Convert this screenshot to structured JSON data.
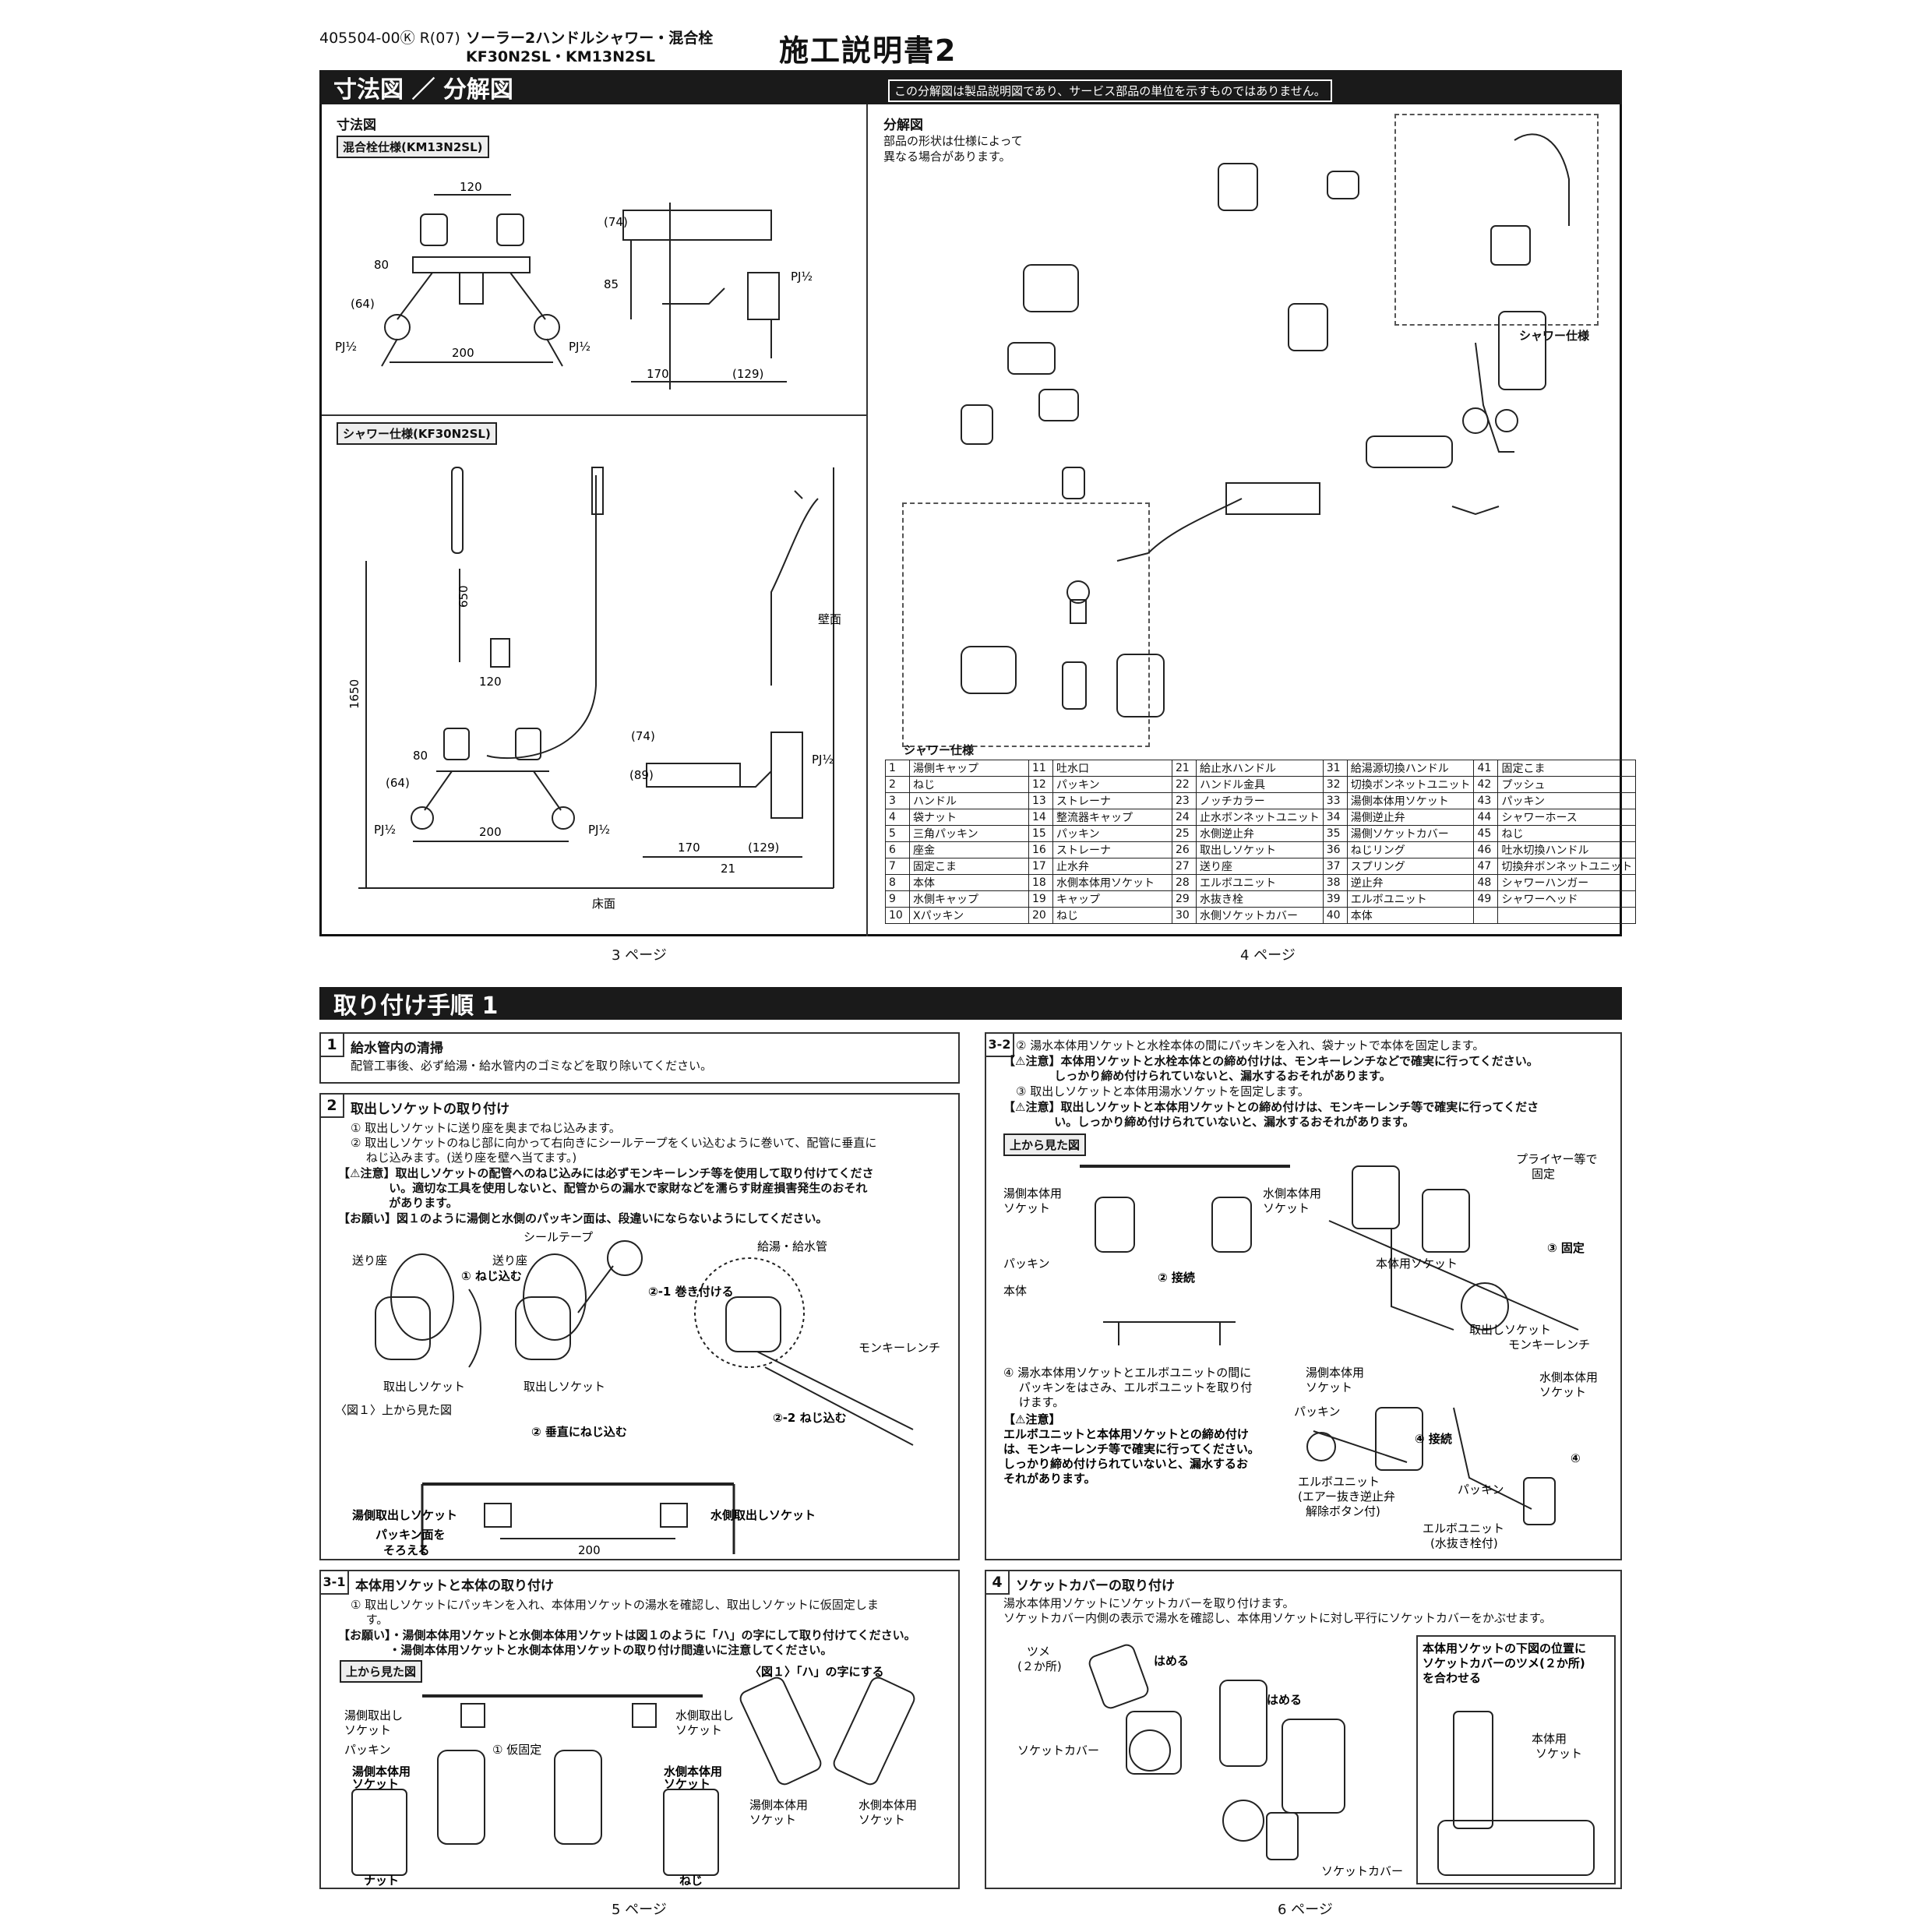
{
  "header": {
    "code": "405504-00Ⓚ R(07)",
    "product_line1": "ソーラー2ハンドルシャワー・混合栓",
    "product_line2": "KF30N2SL・KM13N2SL",
    "title": "施工説明書2"
  },
  "section1": {
    "title": "寸法図 ／ 分解図",
    "note": "この分解図は製品説明図であり、サービス部品の単位を示すものではありません。",
    "dims": {
      "heading": "寸法図",
      "mixer_label": "混合栓仕様(KM13N2SL)",
      "shower_label": "シャワー仕様(KF30N2SL)",
      "floor": "床面",
      "wall": "壁面",
      "nums": [
        "120",
        "80",
        "(64)",
        "200",
        "170",
        "(129)",
        "85",
        "(74)",
        "PJ½",
        "650",
        "1650",
        "(89)",
        "21"
      ]
    },
    "exploded": {
      "heading": "分解図",
      "note1": "部品の形状は仕様によって",
      "note2": "異なる場合があります。",
      "shower_spec": "シャワー仕様",
      "shower_spec2": "シャワー仕様"
    },
    "parts": [
      [
        "1",
        "湯側キャップ",
        "11",
        "吐水口",
        "21",
        "給止水ハンドル",
        "31",
        "給湯源切換ハンドル",
        "41",
        "固定こま"
      ],
      [
        "2",
        "ねじ",
        "12",
        "パッキン",
        "22",
        "ハンドル金具",
        "32",
        "切換ボンネットユニット",
        "42",
        "プッシュ"
      ],
      [
        "3",
        "ハンドル",
        "13",
        "ストレーナ",
        "23",
        "ノッチカラー",
        "33",
        "湯側本体用ソケット",
        "43",
        "パッキン"
      ],
      [
        "4",
        "袋ナット",
        "14",
        "整流器キャップ",
        "24",
        "止水ボンネットユニット",
        "34",
        "湯側逆止弁",
        "44",
        "シャワーホース"
      ],
      [
        "5",
        "三角パッキン",
        "15",
        "パッキン",
        "25",
        "水側逆止弁",
        "35",
        "湯側ソケットカバー",
        "45",
        "ねじ"
      ],
      [
        "6",
        "座金",
        "16",
        "ストレーナ",
        "26",
        "取出しソケット",
        "36",
        "ねじリング",
        "46",
        "吐水切換ハンドル"
      ],
      [
        "7",
        "固定こま",
        "17",
        "止水弁",
        "27",
        "送り座",
        "37",
        "スプリング",
        "47",
        "切換弁ボンネットユニット"
      ],
      [
        "8",
        "本体",
        "18",
        "水側本体用ソケット",
        "28",
        "エルボユニット",
        "38",
        "逆止弁",
        "48",
        "シャワーハンガー"
      ],
      [
        "9",
        "水側キャップ",
        "19",
        "キャップ",
        "29",
        "水抜き栓",
        "39",
        "エルボユニット",
        "49",
        "シャワーヘッド"
      ],
      [
        "10",
        "Xパッキン",
        "20",
        "ねじ",
        "30",
        "水側ソケットカバー",
        "40",
        "本体",
        "",
        ""
      ]
    ],
    "page3": "3 ページ",
    "page4": "4 ページ"
  },
  "section2": {
    "title": "取り付け手順 1",
    "step1": {
      "num": "1",
      "title": "給水管内の清掃",
      "text": "配管工事後、必ず給湯・給水管内のゴミなどを取り除いてください。"
    },
    "step2": {
      "num": "2",
      "title": "取出しソケットの取り付け",
      "l1": "① 取出しソケットに送り座を奥までねじ込みます。",
      "l2": "② 取出しソケットのねじ部に向かって右向きにシールテープをくい込むように巻いて、配管に垂直に",
      "l3": "　 ねじ込みます。(送り座を壁へ当てます。)",
      "c1": "【⚠注意】取出しソケットの配管へのねじ込みには必ずモンキーレンチ等を使用して取り付けてくださ",
      "c2": "　　　　 い。適切な工具を使用しないと、配管からの漏水で家財などを濡らす財産損害発生のおそれ",
      "c3": "　　　　 があります。",
      "r1": "【お願い】図１のように湯側と水側のパッキン面は、段違いにならないようにしてください。",
      "seal": "シールテープ",
      "okuri1": "送り座",
      "okuri2": "送り座",
      "screw": "① ねじ込む",
      "wrap": "②-1 巻き付ける",
      "pipe": "給湯・給水管",
      "wrench": "モンキーレンチ",
      "screw2": "②-2 ねじ込む",
      "sock1": "取出しソケット",
      "sock2": "取出しソケット",
      "fig": "〈図１〉上から見た図",
      "vert": "② 垂直にねじ込む",
      "hot": "湯側取出しソケット",
      "cold": "水側取出しソケット",
      "align1": "パッキン面を",
      "align2": "そろえる",
      "dim": "200"
    },
    "step31": {
      "num": "3-1",
      "title": "本体用ソケットと本体の取り付け",
      "l1": "① 取出しソケットにパッキンを入れ、本体用ソケットの湯水を確認し、取出しソケットに仮固定しま",
      "l2": "　 す。",
      "r1": "【お願い】・湯側本体用ソケットと水側本体用ソケットは図１のように「ハ」の字にして取り付けてください。",
      "r2": "　　　　 ・湯側本体用ソケットと水側本体用ソケットの取り付け間違いに注意してください。",
      "top": "上から見た図",
      "fig": "〈図１〉「ハ」の字にする",
      "hotsock1": "湯側取出し",
      "hotsock2": "ソケット",
      "coldsock1": "水側取出し",
      "coldsock2": "ソケット",
      "packing": "パッキン",
      "temp": "① 仮固定",
      "hotbody1": "湯側本体用",
      "hotbody2": "ソケット",
      "coldbody1": "水側本体用",
      "coldbody2": "ソケット",
      "hb1": "湯側本体用",
      "hb2": "ソケット",
      "cb1": "水側本体用",
      "cb2": "ソケット",
      "nut": "ナット",
      "neji": "ねじ"
    },
    "step32": {
      "num": "3-2",
      "l1": "② 湯水本体用ソケットと水栓本体の間にパッキンを入れ、袋ナットで本体を固定します。",
      "c1": "【⚠注意】本体用ソケットと水栓本体との締め付けは、モンキーレンチなどで確実に行ってください。",
      "c2": "　　　　 しっかり締め付けられていないと、漏水するおそれがあります。",
      "l2": "③ 取出しソケットと本体用湯水ソケットを固定します。",
      "c3": "【⚠注意】取出しソケットと本体用ソケットとの締め付けは、モンキーレンチ等で確実に行ってくださ",
      "c4": "　　　　 い。しっかり締め付けられていないと、漏水するおそれがあります。",
      "top": "上から見た図",
      "hb1": "湯側本体用",
      "hb2": "ソケット",
      "cb1": "水側本体用",
      "cb2": "ソケット",
      "packing": "パッキン",
      "body": "本体",
      "connect": "② 接続",
      "plier1": "プライヤー等で",
      "plier2": "固定",
      "bodysock": "本体用ソケット",
      "fix": "③ 固定",
      "outsock": "取出しソケット",
      "wrench": "モンキーレンチ",
      "l3a": "④ 湯水本体用ソケットとエルボユニットの間に",
      "l3b": "　 パッキンをはさみ、エルボユニットを取り付",
      "l3c": "　 けます。",
      "caution": "【⚠注意】",
      "cc1": "エルボユニットと本体用ソケットとの締め付け",
      "cc2": "は、モンキーレンチ等で確実に行ってください。",
      "cc3": "しっかり締め付けられていないと、漏水するお",
      "cc4": "それがあります。",
      "hb3": "湯側本体用",
      "hb4": "ソケット",
      "cb3": "水側本体用",
      "cb4": "ソケット",
      "pk2": "パッキン",
      "pk3": "パッキン",
      "conn4": "④ 接続",
      "n4": "④",
      "elbo1": "エルボユニット",
      "elbo2": "(エアー抜き逆止弁",
      "elbo3": "解除ボタン付)",
      "elbo4": "エルボユニット",
      "elbo5": "(水抜き栓付)"
    },
    "step4": {
      "num": "4",
      "title": "ソケットカバーの取り付け",
      "l1": "湯水本体用ソケットにソケットカバーを取り付けます。",
      "l2": "ソケットカバー内側の表示で湯水を確認し、本体用ソケットに対し平行にソケットカバーをかぶせます。",
      "tsume1": "ツメ",
      "tsume2": "(２か所)",
      "hameru1": "はめる",
      "hameru2": "はめる",
      "cover1": "ソケットカバー",
      "cover2": "ソケットカバー",
      "box1": "本体用ソケットの下図の位置に",
      "box2": "ソケットカバーのツメ(２か所)",
      "box3": "を合わせる",
      "bs1": "本体用",
      "bs2": "ソケット"
    },
    "page5": "5 ページ",
    "page6": "6 ページ"
  }
}
